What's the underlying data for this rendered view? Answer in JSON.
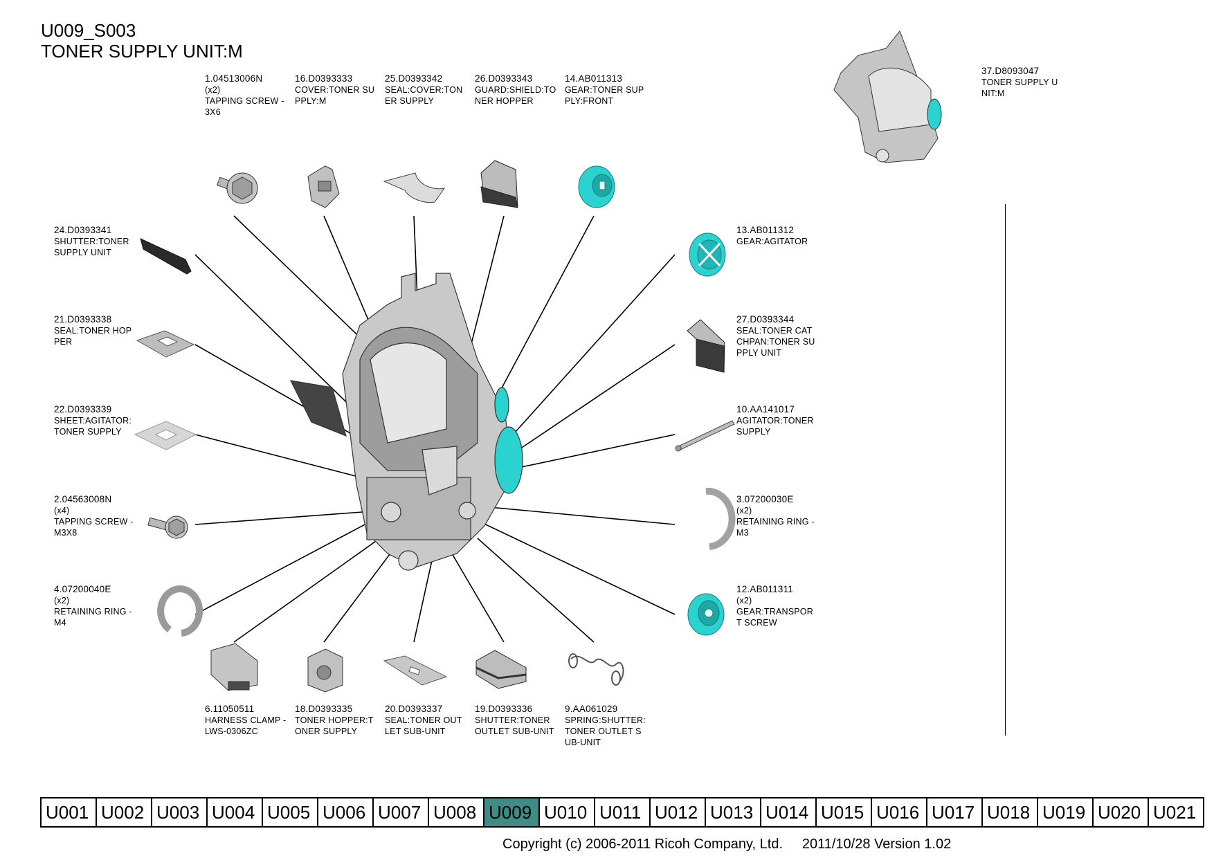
{
  "header": {
    "code": "U009_S003",
    "title": "TONER SUPPLY UNIT:M"
  },
  "assembly": {
    "number": "37.D8093047",
    "lines": [
      "TONER SUPPLY U",
      "NIT:M"
    ]
  },
  "parts": [
    {
      "id": "p1",
      "number": "1.04513006N",
      "lines": [
        "(x2)",
        "TAPPING SCREW -",
        " 3X6"
      ]
    },
    {
      "id": "p16",
      "number": "16.D0393333",
      "lines": [
        "COVER:TONER SU",
        "PPLY:M"
      ]
    },
    {
      "id": "p25",
      "number": "25.D0393342",
      "lines": [
        "SEAL:COVER:TON",
        "ER SUPPLY"
      ]
    },
    {
      "id": "p26",
      "number": "26.D0393343",
      "lines": [
        "GUARD:SHIELD:TO",
        "NER HOPPER"
      ]
    },
    {
      "id": "p14",
      "number": "14.AB011313",
      "lines": [
        "GEAR:TONER SUP",
        "PLY:FRONT"
      ]
    },
    {
      "id": "p24",
      "number": "24.D0393341",
      "lines": [
        "SHUTTER:TONER",
        "SUPPLY UNIT"
      ]
    },
    {
      "id": "p21",
      "number": "21.D0393338",
      "lines": [
        "SEAL:TONER HOP",
        "PER"
      ]
    },
    {
      "id": "p22",
      "number": "22.D0393339",
      "lines": [
        "SHEET:AGITATOR:",
        "TONER SUPPLY"
      ]
    },
    {
      "id": "p2",
      "number": "2.04563008N",
      "lines": [
        "(x4)",
        "TAPPING SCREW -",
        " M3X8"
      ]
    },
    {
      "id": "p4",
      "number": "4.07200040E",
      "lines": [
        "(x2)",
        "RETAINING RING -",
        "M4"
      ]
    },
    {
      "id": "p13",
      "number": "13.AB011312",
      "lines": [
        "GEAR:AGITATOR"
      ]
    },
    {
      "id": "p27",
      "number": "27.D0393344",
      "lines": [
        "SEAL:TONER CAT",
        "CHPAN:TONER SU",
        "PPLY UNIT"
      ]
    },
    {
      "id": "p10",
      "number": "10.AA141017",
      "lines": [
        "AGITATOR:TONER",
        "SUPPLY"
      ]
    },
    {
      "id": "p3",
      "number": "3.07200030E",
      "lines": [
        "(x2)",
        "RETAINING RING -",
        "M3"
      ]
    },
    {
      "id": "p12",
      "number": "12.AB011311",
      "lines": [
        "(x2)",
        "GEAR:TRANSPOR",
        "T SCREW"
      ]
    },
    {
      "id": "p6",
      "number": "6.11050511",
      "lines": [
        "HARNESS CLAMP -",
        " LWS-0306ZC"
      ]
    },
    {
      "id": "p18",
      "number": "18.D0393335",
      "lines": [
        "TONER HOPPER:T",
        "ONER SUPPLY"
      ]
    },
    {
      "id": "p20",
      "number": "20.D0393337",
      "lines": [
        "SEAL:TONER OUT",
        "LET SUB-UNIT"
      ]
    },
    {
      "id": "p19",
      "number": "19.D0393336",
      "lines": [
        "SHUTTER:TONER",
        "OUTLET SUB-UNIT"
      ]
    },
    {
      "id": "p9",
      "number": "9.AA061029",
      "lines": [
        "SPRING:SHUTTER:",
        "TONER OUTLET S",
        "UB-UNIT"
      ]
    }
  ],
  "nav": {
    "units": [
      "U001",
      "U002",
      "U003",
      "U004",
      "U005",
      "U006",
      "U007",
      "U008",
      "U009",
      "U010",
      "U011",
      "U012",
      "U013",
      "U014",
      "U015",
      "U016",
      "U017",
      "U018",
      "U019",
      "U020",
      "U021"
    ],
    "active": "U009"
  },
  "footer": {
    "copyright": "Copyright (c) 2006-2011 Ricoh Company, Ltd.",
    "version": "2011/10/28 Version 1.02"
  },
  "colors": {
    "accent_cyan": "#2ad3d0",
    "nav_active": "#3f8c84",
    "part_gray": "#b9b9b9"
  }
}
